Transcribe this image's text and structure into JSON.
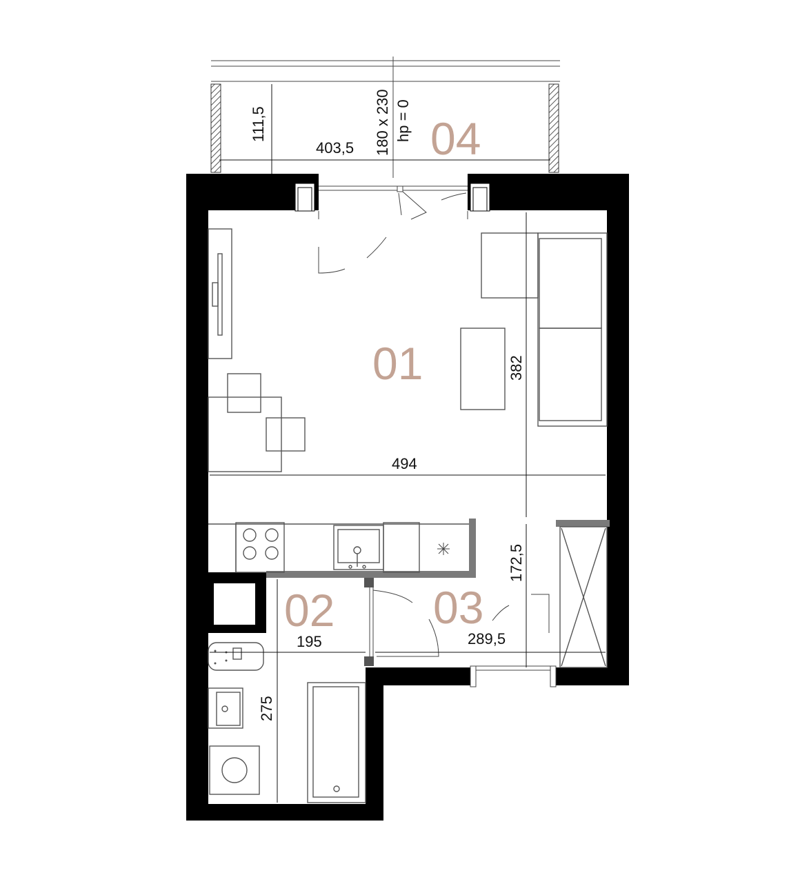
{
  "rooms": {
    "r01": "01",
    "r02": "02",
    "r03": "03",
    "r04": "04"
  },
  "dimensions": {
    "balcony_depth": "111,5",
    "balcony_width": "403,5",
    "window_size": "180 x 230",
    "window_hp": "hp = 0",
    "living_height": "382",
    "living_width": "494",
    "hall_height": "172,5",
    "bath_width": "195",
    "hall_width": "289,5",
    "bath_height": "275"
  },
  "colors": {
    "room_label": "#c3a394",
    "wall": "#000000",
    "counter": "#7a7a7a"
  }
}
